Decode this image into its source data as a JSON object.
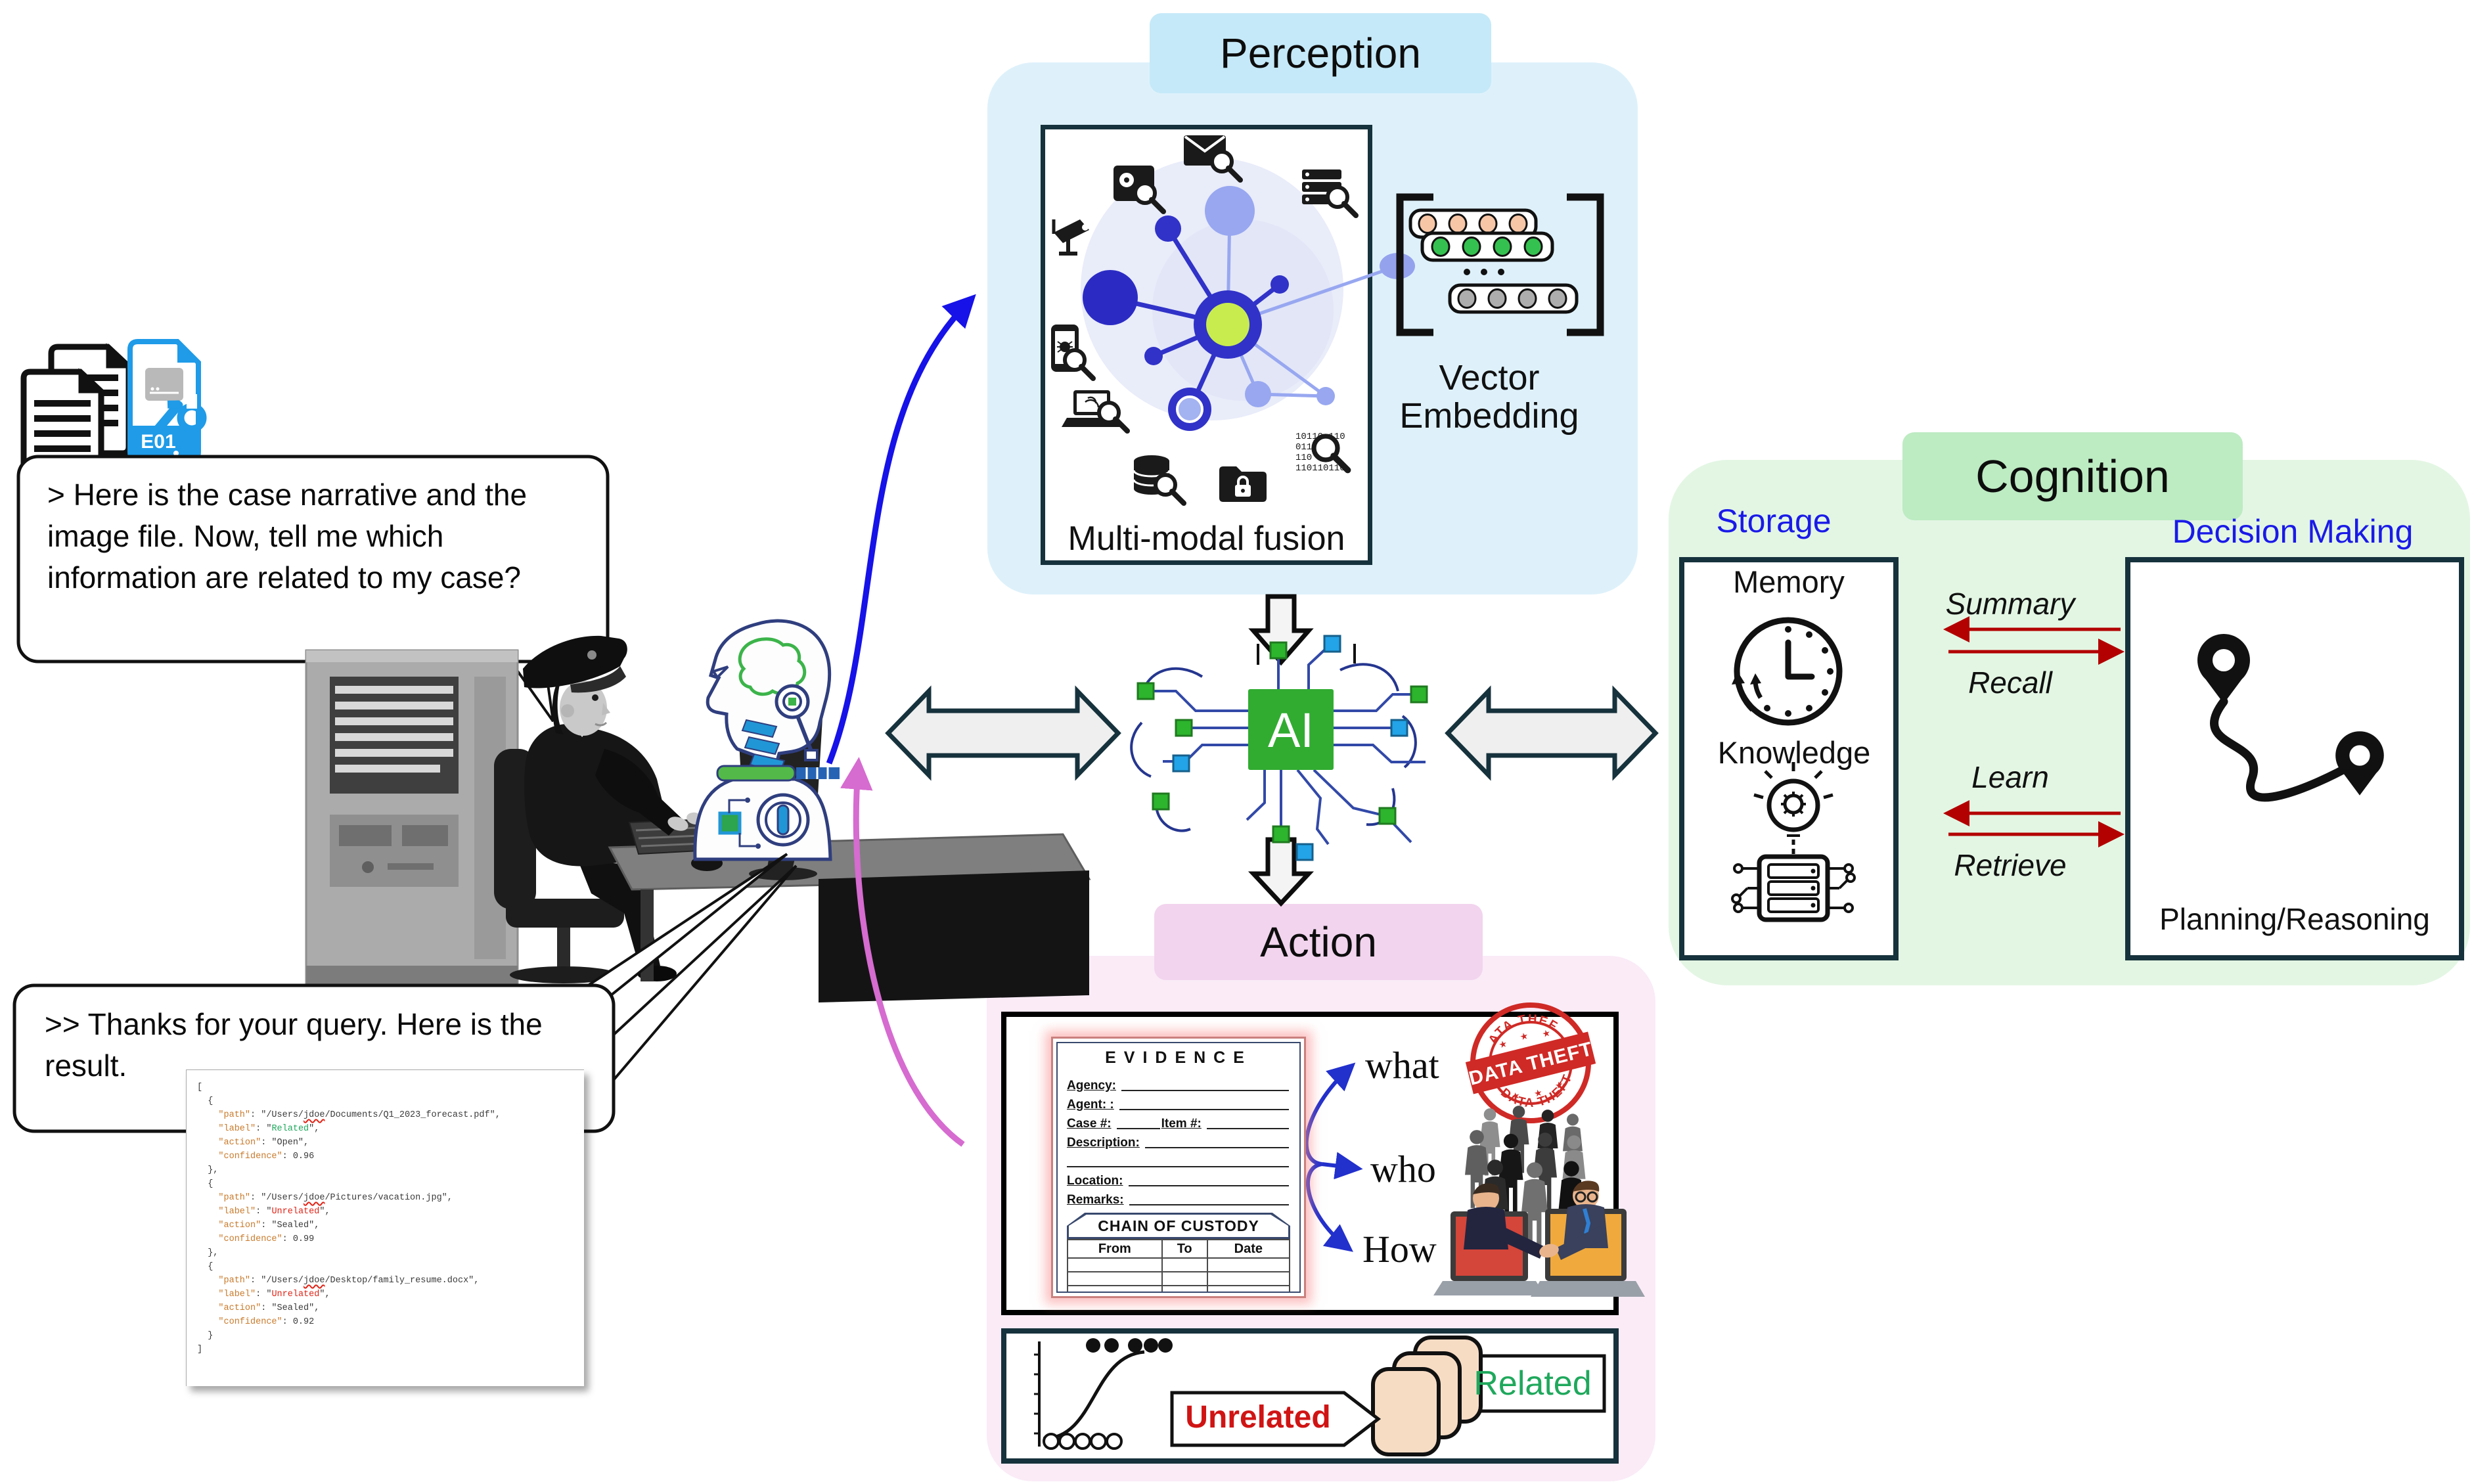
{
  "input_icons": {
    "e01_label": "E01"
  },
  "user_query": {
    "line1": "> Here is the case narrative and the",
    "line2": "image file. Now, tell me which",
    "line3": "information are related to my case?"
  },
  "agent_reply": {
    "line1": ">> Thanks for your query. Here is the",
    "line2": "result."
  },
  "result_json": {
    "entries": [
      {
        "path": "/Users/jdoe/Documents/Q1_2023_forecast.pdf",
        "label": "Related",
        "action": "Open",
        "confidence": "0.96"
      },
      {
        "path": "/Users/jdoe/Pictures/vacation.jpg",
        "label": "Unrelated",
        "action": "Sealed",
        "confidence": "0.99"
      },
      {
        "path": "/Users/jdoe/Desktop/family_resume.docx",
        "label": "Unrelated",
        "action": "Sealed",
        "confidence": "0.92"
      }
    ]
  },
  "perception": {
    "title": "Perception",
    "fusion_caption": "Multi-modal fusion",
    "vector_line1": "Vector",
    "vector_line2": "Embedding",
    "binary_rows": [
      "10110 110",
      "0110 110",
      "110 110",
      "110110110",
      "110110110"
    ]
  },
  "ai_core": {
    "label": "AI"
  },
  "cognition": {
    "title": "Cognition",
    "storage": "Storage",
    "decision": "Decision Making",
    "memory": "Memory",
    "knowledge": "Knowledge",
    "planning": "Planning/Reasoning",
    "summary": "Summary",
    "recall": "Recall",
    "learn": "Learn",
    "retrieve": "Retrieve"
  },
  "action": {
    "title": "Action",
    "what": "what",
    "who": "who",
    "how": "How",
    "stamp": "DATA THEFT",
    "unrelated": "Unrelated",
    "related": "Related",
    "form": {
      "title": "EVIDENCE",
      "fields": [
        "Agency:",
        "Agent: :",
        "Case #:",
        "Item #:",
        "Description:",
        "Location:",
        "Remarks:"
      ],
      "custody_title": "CHAIN OF CUSTODY",
      "columns": [
        "From",
        "To",
        "Date"
      ]
    }
  },
  "colors": {
    "perception_panel": "#DEF1FB",
    "perception_chip": "#C5E9F8",
    "cognition_panel": "#E3F6E4",
    "cognition_chip": "#BDEBC2",
    "action_panel": "#FAEBF7",
    "action_chip": "#F2D4EE",
    "ai_green": "#31AC31",
    "arrow_red": "#B30000",
    "label_blue": "#1A1AE8",
    "related_green": "#1FA85C",
    "unrelated_red": "#D01414",
    "stamp_red": "#CF2A26",
    "e01_blue": "#1F9BE8",
    "hub_core": "#C8EC4E"
  }
}
